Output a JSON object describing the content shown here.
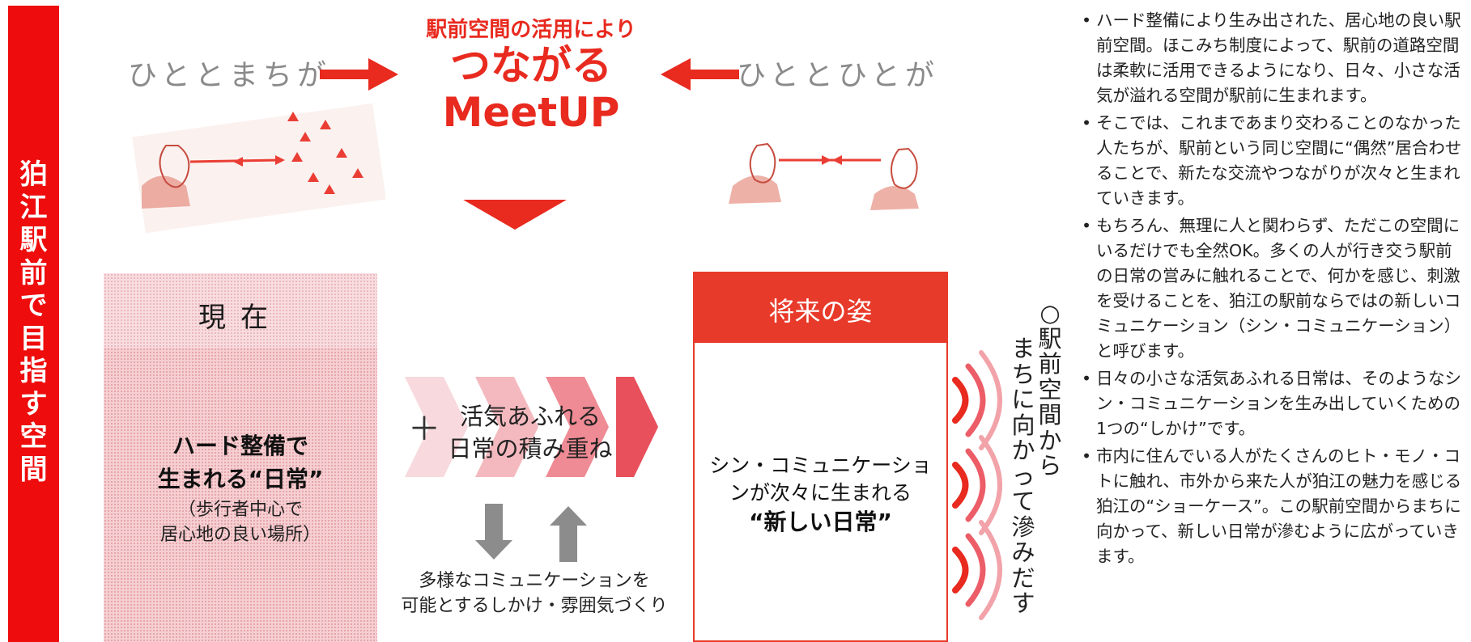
{
  "side_title": "狛\n江\n駅\n前\nで\n目\n指\nす\n空\n間",
  "top": {
    "caption": "駅前空間の活用により",
    "main": "つながる",
    "main_sub": "MeetUP",
    "left_phrase": "ひととまちが",
    "right_phrase": "ひととひとが"
  },
  "now": {
    "title": "現在",
    "line1": "ハード整備で",
    "line2": "生まれる“日常”",
    "note1": "（歩行者中心で",
    "note2": "居心地の良い場所）"
  },
  "middle": {
    "plus": "＋",
    "line1": "活気あふれる",
    "line2": "日常の積み重ね",
    "bottom1": "多様なコミュニケーションを",
    "bottom2": "可能とするしかけ・雰囲気づくり"
  },
  "future": {
    "title": "将来の姿",
    "line1": "シン・コミュニケーショ",
    "line2": "ンが次々に生まれる",
    "line3": "“新しい日常”"
  },
  "vertical": {
    "col_right": "○\n駅\n前\n空\n間\nか\nら",
    "col_left": "ま\nち\nに\n向\nか\nっ\nて\n滲\nみ\nだ\nす"
  },
  "bullets": [
    "ハード整備により生み出された、居心地の良い駅前空間。ほこみち制度によって、駅前の道路空間は柔軟に活用できるようになり、日々、小さな活気が溢れる空間が駅前に生まれます。",
    "そこでは、これまであまり交わることのなかった人たちが、駅前という同じ空間に“偶然”居合わせることで、新たな交流やつながりが次々と生まれていきます。",
    "もちろん、無理に人と関わらず、ただこの空間にいるだけでも全然OK。多くの人が行き交う駅前の日常の営みに触れることで、何かを感じ、刺激を受けることを、狛江の駅前ならではの新しいコミュニケーション（シン・コミュニケーション）と呼びます。",
    "日々の小さな活気あふれる日常は、そのようなシン・コミュニケーションを生み出していくための1つの“しかけ”です。",
    "市内に住んでいる人がたくさんのヒト・モノ・コトに触れ、市外から来た人が狛江の魅力を感じる狛江の“ショーケース”。この駅前空間からまちに向かって、新しい日常が滲むように広がっていきます。"
  ],
  "colors": {
    "accent_red": "#e82a1f",
    "banner_red": "#ee0c0c",
    "pink": "#f6cfd2",
    "grey_arrow": "#8c8c8c"
  }
}
